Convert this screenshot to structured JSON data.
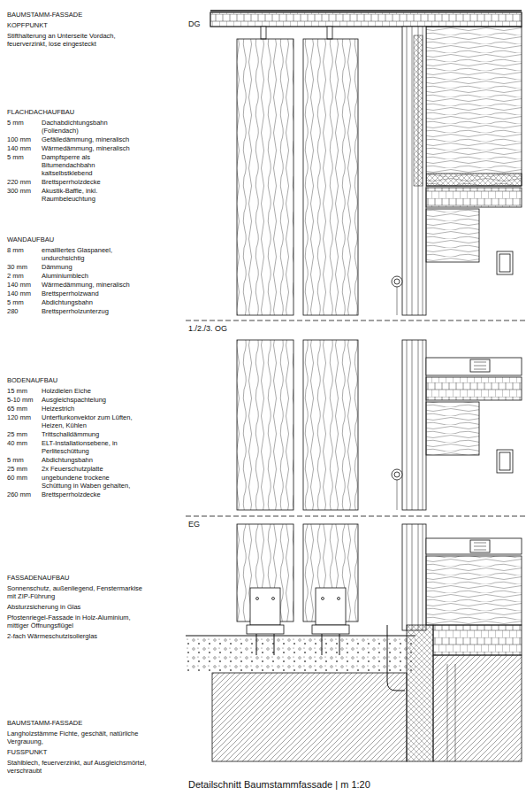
{
  "diagram": {
    "caption": "Detailschnitt Baumstammfassade | m 1:20",
    "labels": [
      "BAUMSTAMM-FASSADE",
      "KOPFPUNKT",
      "Stifthalterung an Unterseite Vordach, feuerverzinkt, lose eingesteckt",
      "FLACHDACHAUFBAU",
      "5 mm",
      "Dachabdichtungsbahn (Foliendach)",
      "100 mm",
      "Gefälledämmung, mineralisch",
      "140 mm",
      "Wärmedämmung, mineralisch",
      "5 mm",
      "Dampfsperre als Bitumendachbahn kaltselbstklebend",
      "220 mm",
      "Brettsperrholzdecke",
      "300 mm",
      "Akustik-Baffle, inkl. Raumbeleuchtung",
      "WANDAUFBAU",
      "8 mm",
      "emailliertes Glaspaneel, undurchsichtig",
      "30 mm",
      "Dämmung",
      "2 mm",
      "Aluminiumblech",
      "140 mm",
      "Wärmedämmung, mineralisch",
      "140 mm",
      "Brettsperrholzwand",
      "5 mm",
      "Abdichtungsbahn",
      "280",
      "Brettsperrholzunterzug",
      "BODENAUFBAU",
      "15 mm",
      "Holzdielen Eiche",
      "5-10 mm",
      "Ausgleichspachtelung",
      "65 mm",
      "Heizestrich",
      "120 mm",
      "Unterflurkonvektor zum Lüften, Heizen, Kühlen",
      "25 mm",
      "Trittschalldämmung",
      "40 mm",
      "ELT-Installationsebene, in Perliteschüttung",
      "5 mm",
      "Abdichtungsbahn",
      "25 mm",
      "2x Feuerschutzplatte",
      "60 mm",
      "ungebundene trockene Schüttung in Waben gehalten,",
      "260 mm",
      "Brettsperrholzdecke",
      "FASSADENAUFBAU",
      "Sonnenschutz, außenliegend, Fenstermarkise mit ZIP-Führung",
      "Absturzsicherung in Glas",
      "Pfostenriegel-Fassade in Holz-Aluminium, mittiger Öffnungsflügel",
      "2-fach Wärmeschutzisolierglas",
      "BAUMSTAMM-FASSADE",
      "Langholzstämme Fichte, geschält, natürliche Vergrauung,",
      "FUSSPUNKT",
      "Stahlblech, feuerverzinkt, auf Ausgleichsmörtel, verschraubt",
      "DG",
      "1./2./3. OG",
      "EG"
    ]
  }
}
